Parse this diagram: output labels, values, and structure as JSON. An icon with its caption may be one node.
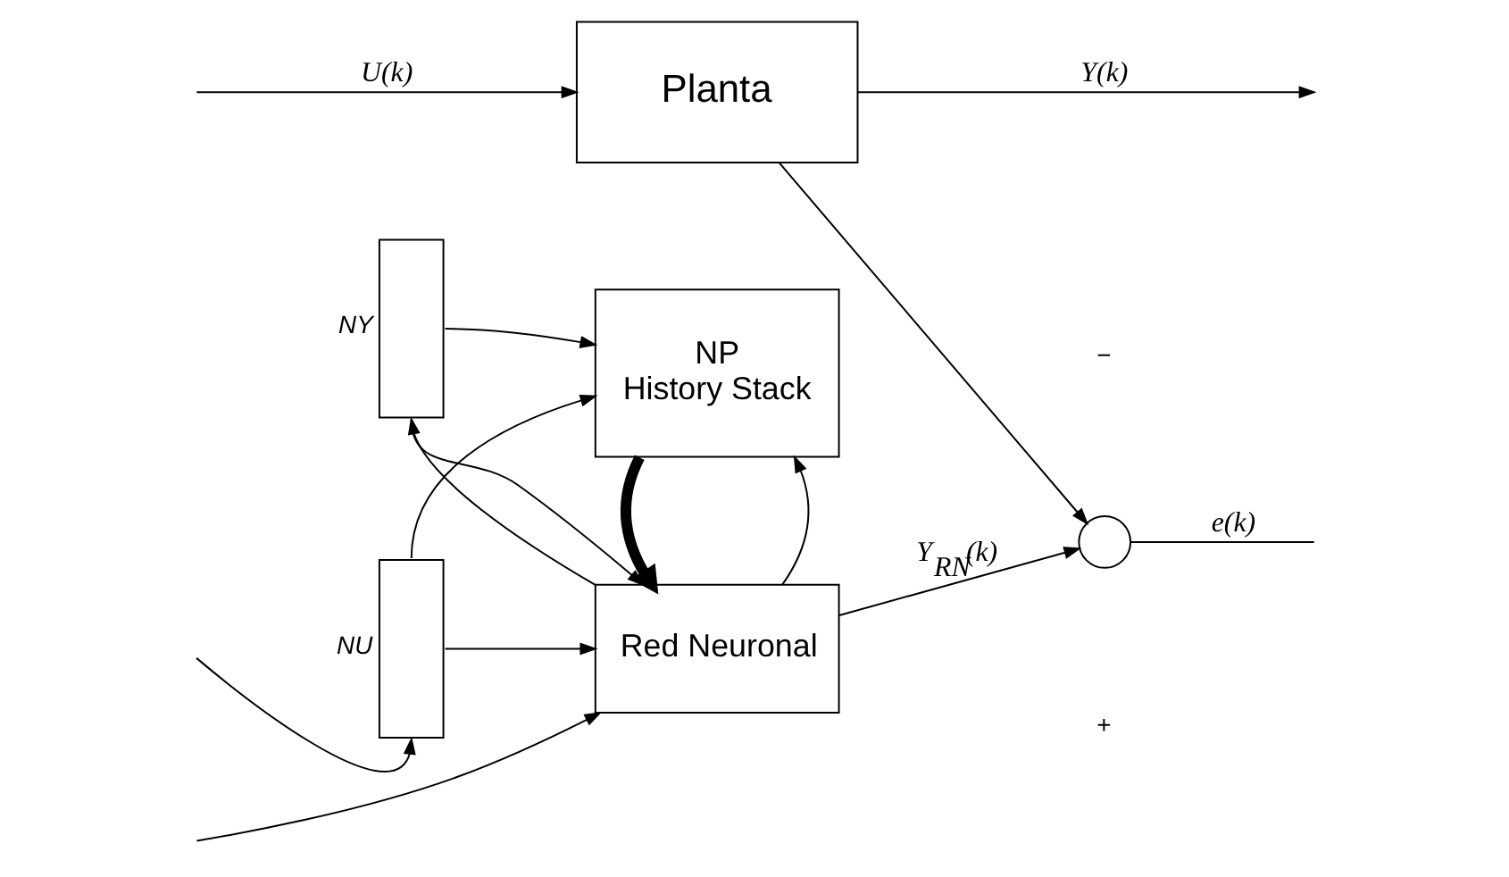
{
  "diagram": {
    "nodes": [
      {
        "text": [
          "Planta"
        ]
      },
      {
        "text": [],
        "shape": "box",
        "beside": [
          "NY"
        ]
      },
      {
        "text": [],
        "shape": "box",
        "beside": [
          "NU"
        ]
      },
      {
        "text": [
          "NP",
          "History Stack"
        ]
      },
      {
        "text": [
          "Red Neuronal"
        ]
      },
      {
        "text": [],
        "shape": "circle"
      }
    ],
    "edges": [
      {
        "from": 0,
        "to": null,
        "arrow": "to",
        "label": "Y(k)"
      },
      {
        "from": null,
        "to": 2,
        "arrow": "to"
      },
      {
        "from": null,
        "to": 0,
        "arrow": "to",
        "label": "U(k)"
      },
      {
        "from": 0,
        "to": 5,
        "arrow": "to"
      },
      {
        "from": 4,
        "to": 5,
        "arrow": "to",
        "label": "Y$_{RN}$(k)"
      },
      {
        "from": 4,
        "to": 1,
        "arrow": "to"
      },
      {
        "from": 4,
        "to": 3,
        "arrow": "to"
      },
      {
        "from": 1,
        "to": 3,
        "arrow": "to"
      },
      {
        "from": 1,
        "to": 4,
        "arrow": "to"
      },
      {
        "from": 2,
        "to": 3,
        "arrow": "to"
      },
      {
        "from": 2,
        "to": 4,
        "arrow": "to"
      },
      {
        "from": 3,
        "to": 4,
        "arrow": "to",
        "style": "thick"
      },
      {
        "from": 5,
        "to": null,
        "arrow": "none",
        "label": "e(k)"
      },
      {
        "from": null,
        "to": 4,
        "arrow": "to"
      }
    ],
    "labels": [
      "−",
      "+"
    ]
  }
}
